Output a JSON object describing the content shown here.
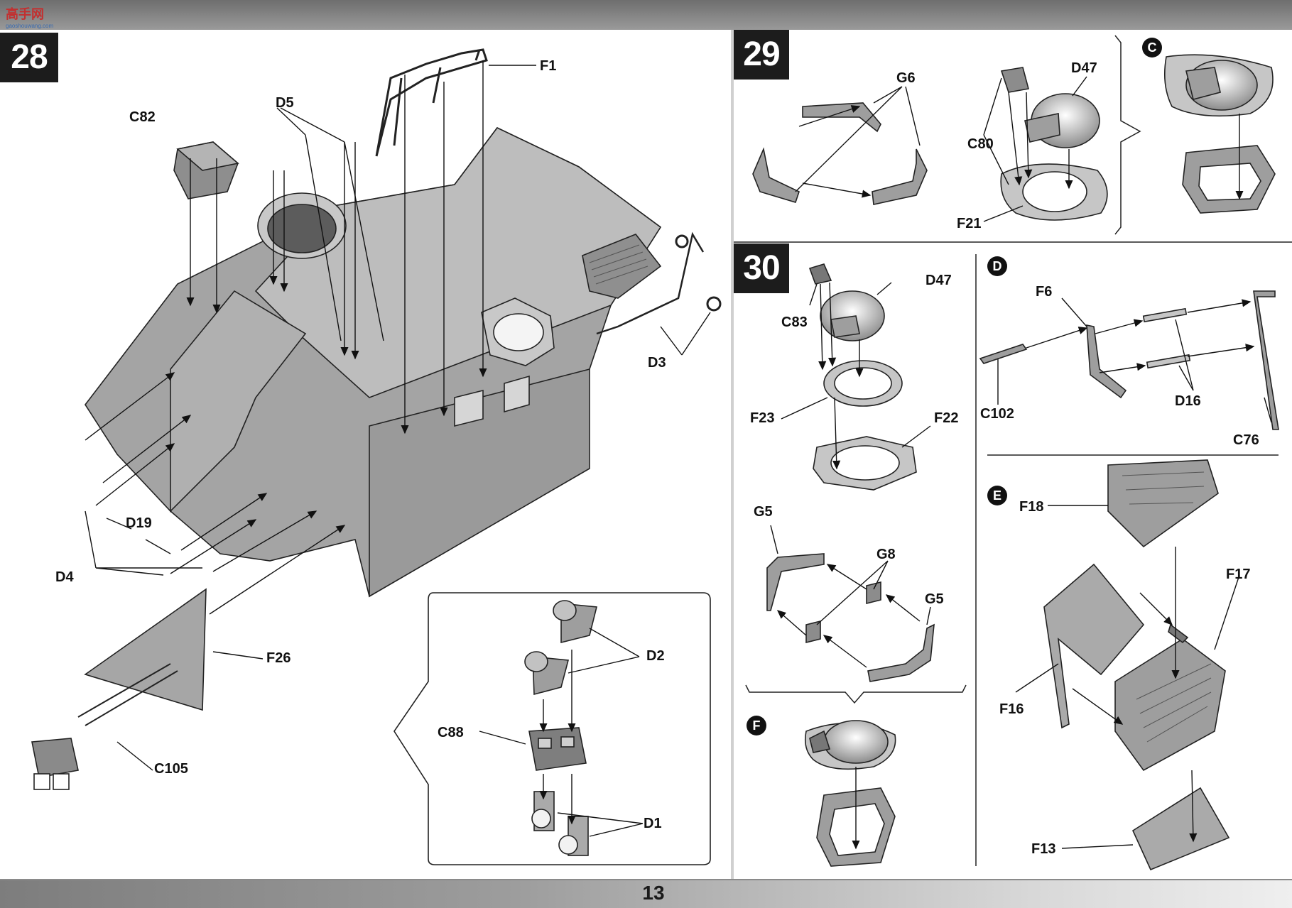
{
  "logo": {
    "text": "高手网",
    "subtext": "gaoshouwang.com"
  },
  "page_number": "13",
  "steps": [
    {
      "number": "28"
    },
    {
      "number": "29"
    },
    {
      "number": "30"
    }
  ],
  "subassemblies": [
    "C",
    "D",
    "E",
    "F"
  ],
  "part_labels": {
    "f1": "F1",
    "d5": "D5",
    "c82": "C82",
    "d3": "D3",
    "d19": "D19",
    "d4": "D4",
    "f26": "F26",
    "c105": "C105",
    "d2": "D2",
    "c88": "C88",
    "d1": "D1",
    "g6": "G6",
    "d47a": "D47",
    "c80": "C80",
    "f21": "F21",
    "c83": "C83",
    "d47b": "D47",
    "f23": "F23",
    "f22": "F22",
    "g5a": "G5",
    "g8": "G8",
    "g5b": "G5",
    "f6": "F6",
    "c102": "C102",
    "d16": "D16",
    "c76": "C76",
    "f18": "F18",
    "f17": "F17",
    "f16": "F16",
    "f13": "F13"
  }
}
